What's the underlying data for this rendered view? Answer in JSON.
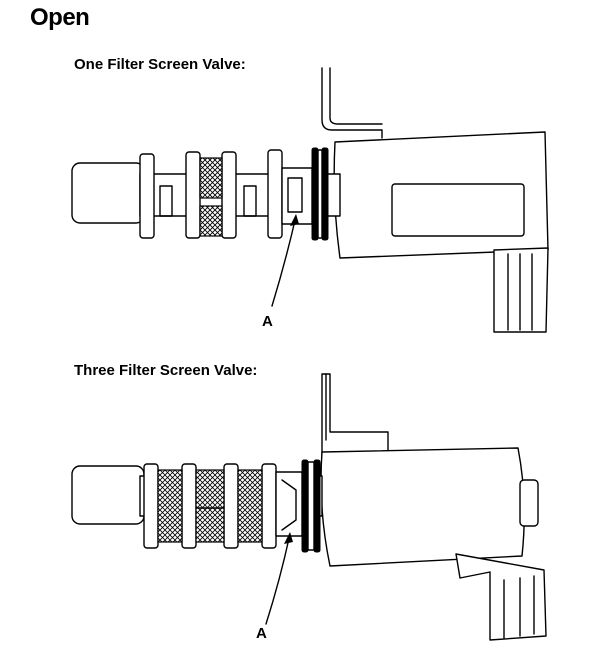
{
  "title": "Open",
  "valves": [
    {
      "label": "One Filter Screen Valve:",
      "callout": "A"
    },
    {
      "label": "Three Filter Screen Valve:",
      "callout": "A"
    }
  ]
}
